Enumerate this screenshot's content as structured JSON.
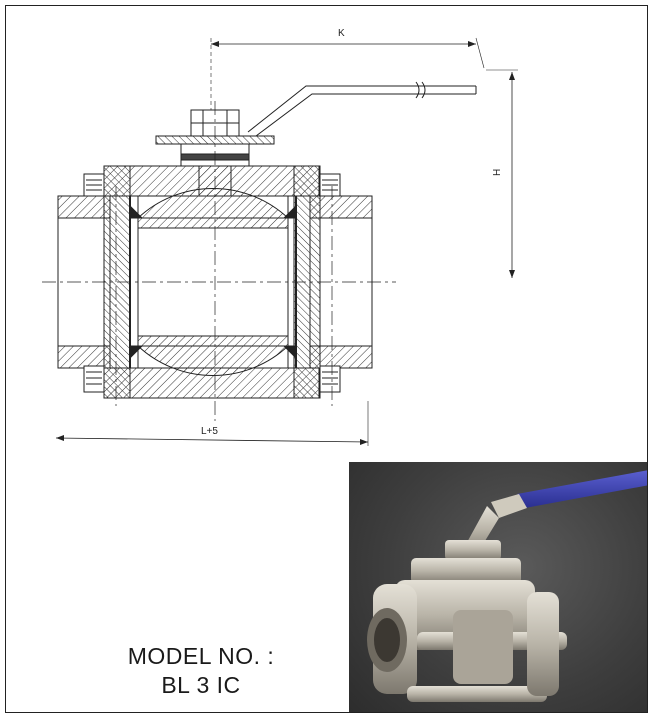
{
  "drawing": {
    "dim_k": "K",
    "dim_h": "H",
    "dim_l": "L+5"
  },
  "photo": {
    "handle_color": "#3a3fb0",
    "body_color": "#b9b4a8"
  },
  "model": {
    "line1": "MODEL NO. :",
    "line2": "BL 3 IC"
  }
}
